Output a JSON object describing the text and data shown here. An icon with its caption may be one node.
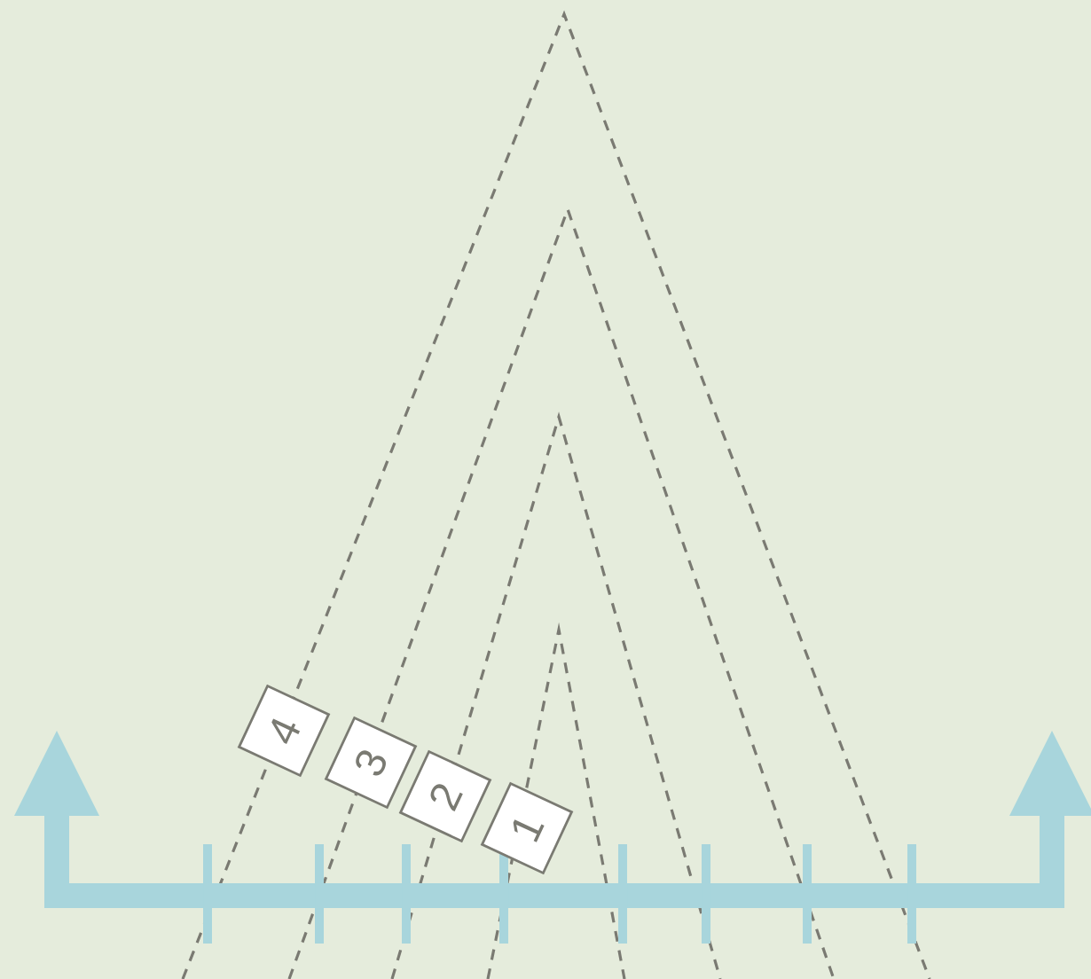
{
  "diagram": {
    "nodes": [
      {
        "text": [
          "4"
        ]
      },
      {
        "text": [
          "3"
        ]
      },
      {
        "text": [
          "2"
        ]
      },
      {
        "text": [
          "1"
        ]
      }
    ],
    "edges": []
  }
}
